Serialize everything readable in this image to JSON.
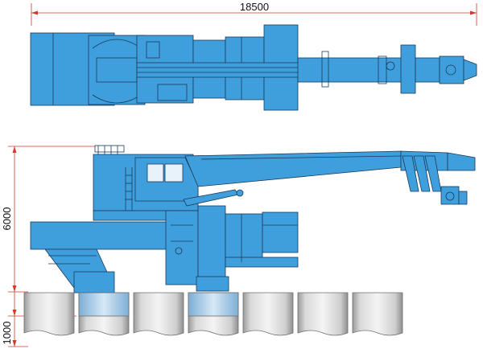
{
  "dimensions": {
    "total_length": "18500",
    "height": "6000",
    "base_height": "1000"
  },
  "colors": {
    "machine_body": "#3f9fdc",
    "outline": "#1a3a5a",
    "dimension_line": "#d23a2a",
    "cylinder_gray": "#c9c9c9",
    "cylinder_blue": "#a9cbe9"
  },
  "drawing": {
    "top_view": "crane-top-view",
    "side_view": "crane-side-view",
    "pedestal_count": 7
  }
}
